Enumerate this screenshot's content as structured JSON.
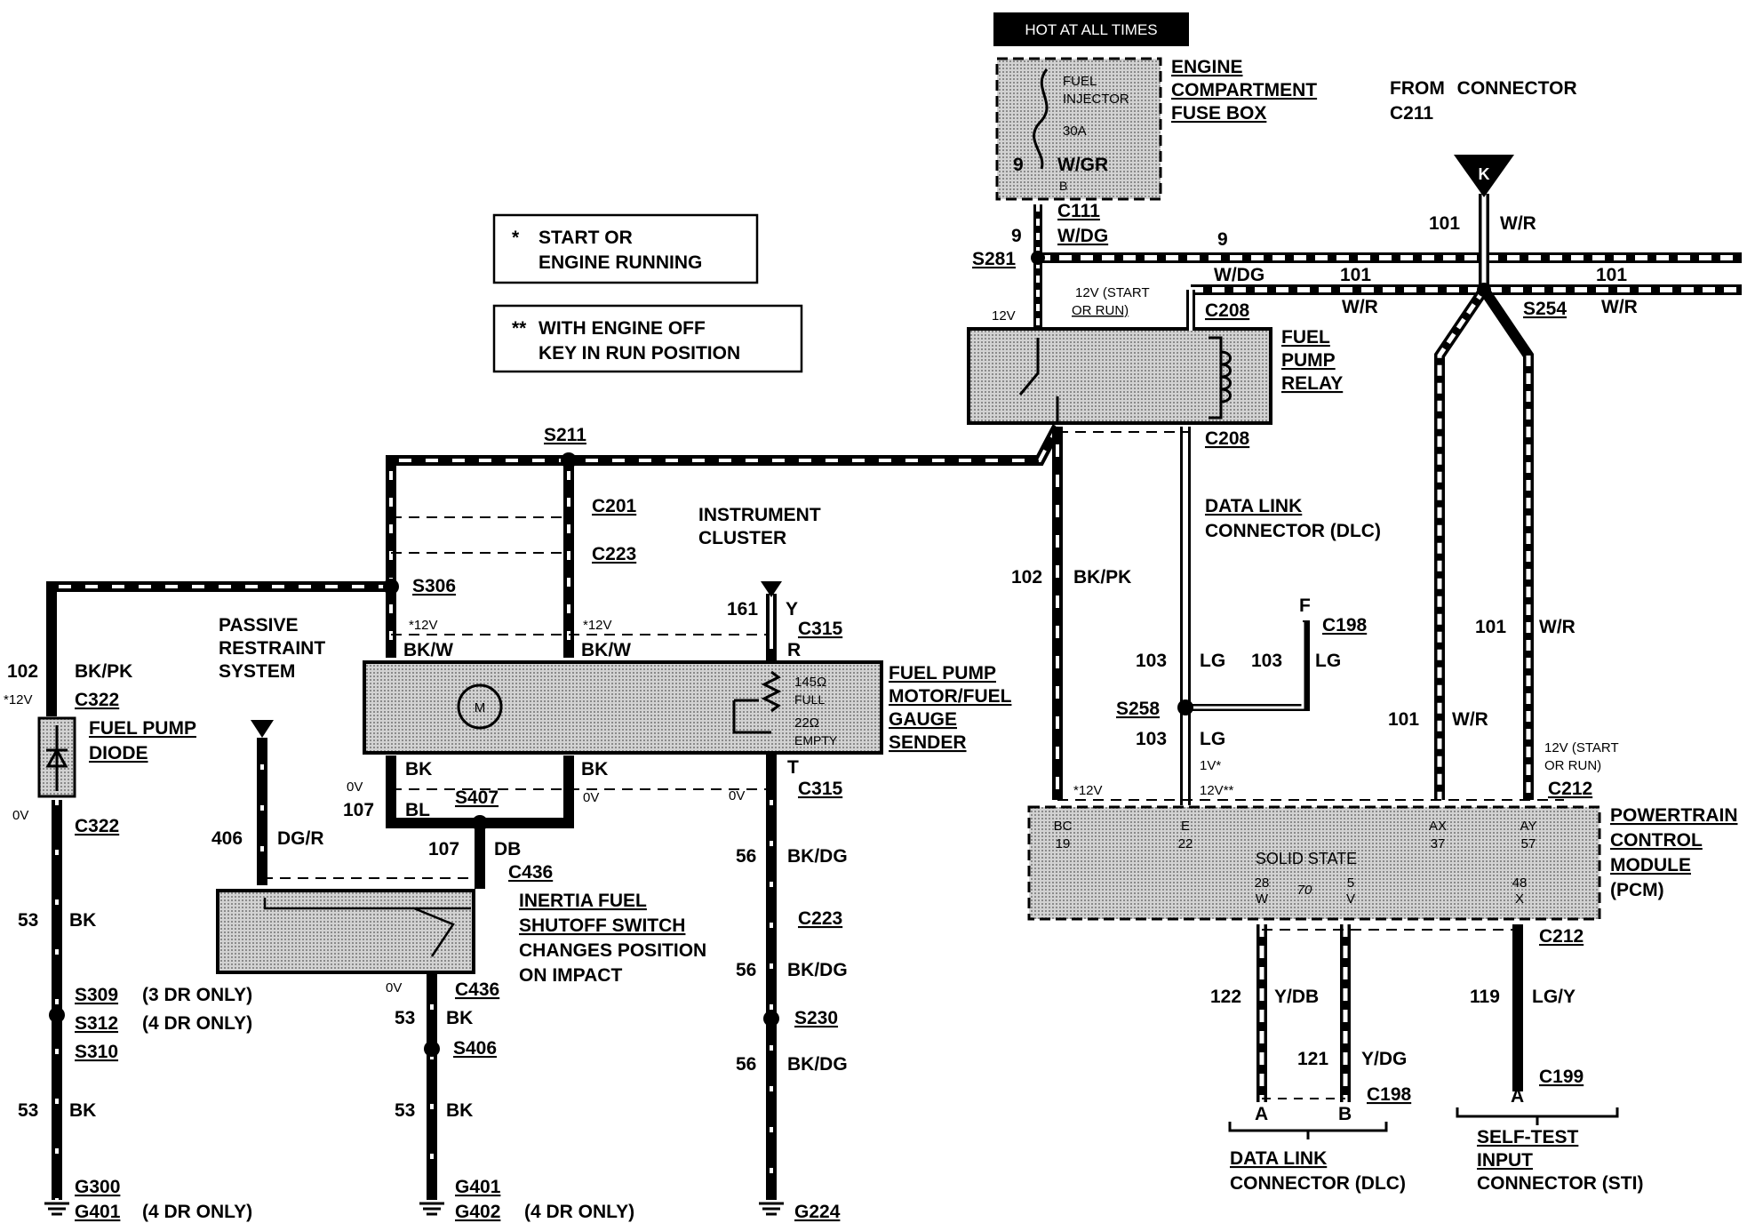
{
  "hot_at_all_times": "HOT AT ALL TIMES",
  "notes": {
    "note1_star": "*",
    "note1_line1": "START OR",
    "note1_line2": "ENGINE RUNNING",
    "note2_star": "**",
    "note2_line1": "WITH ENGINE OFF",
    "note2_line2": "KEY IN RUN POSITION"
  },
  "fuse": {
    "line1": "FUEL",
    "line2": "INJECTOR",
    "rating": "30A",
    "pin": "9",
    "wire": "W/GR",
    "pin_b": "B"
  },
  "engine_fuse_box": [
    "ENGINE",
    "COMPARTMENT",
    "FUSE BOX"
  ],
  "from_connector": [
    "FROM CONNECTOR",
    "C211"
  ],
  "k_marker": "K",
  "fuel_pump_relay": [
    "FUEL",
    "PUMP",
    "RELAY"
  ],
  "data_link_connector_top": [
    "DATA LINK",
    "CONNECTOR (DLC)"
  ],
  "instrument_cluster": [
    "INSTRUMENT",
    "CLUSTER"
  ],
  "passive_restraint": [
    "PASSIVE",
    "RESTRAINT",
    "SYSTEM"
  ],
  "fuel_pump_diode": [
    "FUEL PUMP",
    "DIODE"
  ],
  "fuel_pump_motor": [
    "FUEL PUMP",
    "MOTOR/FUEL",
    "GAUGE",
    "SENDER"
  ],
  "sender": {
    "ohm_full": "145Ω",
    "full": "FULL",
    "ohm_empty": "22Ω",
    "empty": "EMPTY",
    "motor": "M"
  },
  "inertia_switch": [
    "INERTIA FUEL",
    "SHUTOFF SWITCH",
    "CHANGES POSITION",
    "ON IMPACT"
  ],
  "pcm": [
    "POWERTRAIN",
    "CONTROL",
    "MODULE",
    "(PCM)"
  ],
  "pcm_pins": {
    "bc": "BC",
    "bc_n": "19",
    "e": "E",
    "e_n": "22",
    "ax": "AX",
    "ax_n": "37",
    "ay": "AY",
    "ay_n": "57",
    "solid_state": "SOLID STATE",
    "w_n": "28",
    "w": "W",
    "seventy": "70",
    "v_n": "5",
    "v": "V",
    "x_n": "48",
    "x": "X"
  },
  "dlc_bottom": [
    "DATA LINK",
    "CONNECTOR (DLC)"
  ],
  "sti": [
    "SELF-TEST",
    "INPUT",
    "CONNECTOR (STI)"
  ],
  "labels": {
    "c111": "C111",
    "w_dg": "W/DG",
    "nine": "9",
    "s281": "S281",
    "g9": "9",
    "w_dg2": "W/DG",
    "n101a": "101",
    "w_r_a": "W/R",
    "n101b": "101",
    "w_r_b": "W/R",
    "n101_top": "101",
    "w_r_top": "W/R",
    "s254": "S254",
    "v12_relay": "12V",
    "start_run": "12V (START",
    "or_run": "OR RUN)",
    "c208_top": "C208",
    "c208_bot": "C208",
    "s211": "S211",
    "c201": "C201",
    "c223_top": "C223",
    "s306": "S306",
    "v12_s1": "*12V",
    "v12_s2": "*12V",
    "bkw1": "BK/W",
    "bkw2": "BK/W",
    "n161": "161",
    "y": "Y",
    "c315_top": "C315",
    "r": "R",
    "n102_left": "102",
    "bkpk_left": "BK/PK",
    "v12_c322": "*12V",
    "c322_top": "C322",
    "ov_c322": "0V",
    "c322_bot": "C322",
    "n53a": "53",
    "bk_a": "BK",
    "s309": "S309",
    "dr3": "(3 DR ONLY)",
    "s312": "S312",
    "dr4a": "(4 DR ONLY)",
    "s310": "S310",
    "n53b": "53",
    "bk_b": "BK",
    "g300": "G300",
    "g401a": "G401",
    "dr4b": "(4 DR ONLY)",
    "ov_107": "0V",
    "n107": "107",
    "bl": "BL",
    "bk_mid1": "BK",
    "bk_mid2": "BK",
    "s407": "S407",
    "ov_s407": "0V",
    "n107b": "107",
    "db": "DB",
    "c436_top": "C436",
    "n406": "406",
    "dgr": "DG/R",
    "ov_c436": "0V",
    "c436_bot": "C436",
    "n53c": "53",
    "bk_c": "BK",
    "s406": "S406",
    "n53d": "53",
    "bk_d": "BK",
    "g401b": "G401",
    "g402": "G402",
    "dr4c": "(4 DR ONLY)",
    "t": "T",
    "ov_c315": "0V",
    "c315_bot": "C315",
    "n56a": "56",
    "bkdg_a": "BK/DG",
    "c223_bot": "C223",
    "n56b": "56",
    "bkdg_b": "BK/DG",
    "s230": "S230",
    "n56c": "56",
    "bkdg_c": "BK/DG",
    "g224": "G224",
    "n102_mid": "102",
    "bkpk_mid": "BK/PK",
    "v12_pcm": "*12V",
    "f": "F",
    "c198_top": "C198",
    "n103a": "103",
    "lg_a": "LG",
    "n103b": "103",
    "lg_b": "LG",
    "s258": "S258",
    "n103c": "103",
    "lg_c": "LG",
    "v1": "1V*",
    "v12_dstar": "12V**",
    "n101_c": "101",
    "wr_c": "W/R",
    "n101_d": "101",
    "wr_d": "W/R",
    "start_run2": "12V (START",
    "or_run2": "OR RUN)",
    "c212_top": "C212",
    "c212_bot": "C212",
    "n122": "122",
    "ydb": "Y/DB",
    "n121": "121",
    "ydg": "Y/DG",
    "a_dlc": "A",
    "b_dlc": "B",
    "c198_bot": "C198",
    "n119": "119",
    "lgy": "LG/Y",
    "a_sti": "A",
    "c199": "C199"
  }
}
